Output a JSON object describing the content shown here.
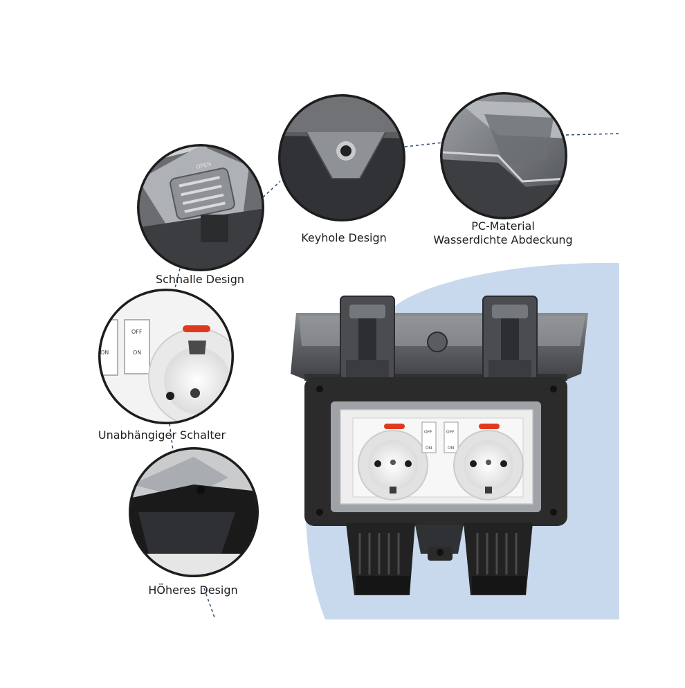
{
  "labels": {
    "schnalle": "Schnalle Design",
    "keyhole": "Keyhole Design",
    "pc_line1": "PC-Material",
    "pc_line2": "Wasserdichte Abdeckung",
    "unabhaengig": "Unabhängiger Schalter",
    "hoeher": "HÖheres Design"
  },
  "switch_texts": {
    "off": "OFF",
    "on": "ON",
    "buckle_open": "OPEN"
  },
  "colors": {
    "background_blob": "#c8d9ee",
    "housing": "#2b2b2b",
    "lid": "#6d6f72",
    "faceplate": "#eeeeee",
    "indicator": "#e03a1e",
    "dotted_line": "#2b4a6b"
  }
}
